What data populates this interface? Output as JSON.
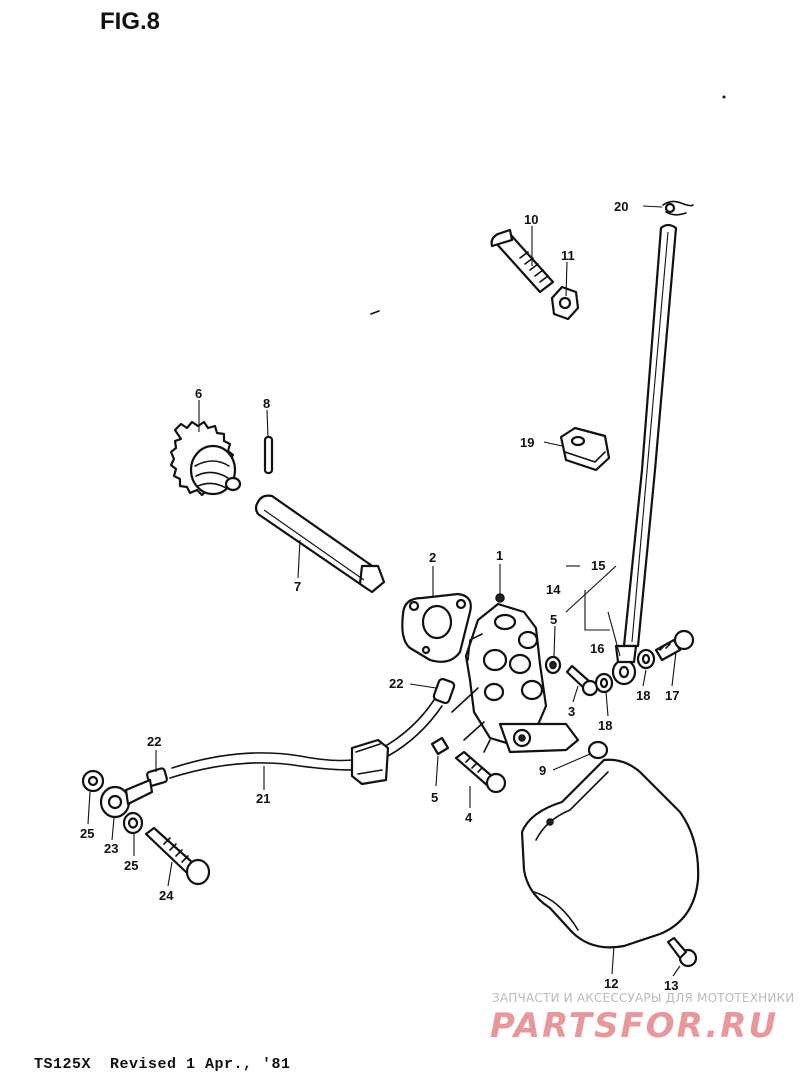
{
  "figure": {
    "title": "FIG.8"
  },
  "footer": {
    "text": "TS125X  Revised 1 Apr., '81"
  },
  "watermark": {
    "caption": "ЗАПЧАСТИ И АКСЕССУАРЫ ДЛЯ МОТОТЕХНИКИ",
    "logo": "PARTSFOR.RU"
  },
  "parts": {
    "p1": "1",
    "p2": "2",
    "p3": "3",
    "p4": "4",
    "p5a": "5",
    "p5b": "5",
    "p6": "6",
    "p7": "7",
    "p8": "8",
    "p9": "9",
    "p10": "10",
    "p11": "11",
    "p12": "12",
    "p13": "13",
    "p14": "14",
    "p15": "15",
    "p16": "16",
    "p17": "17",
    "p18a": "18",
    "p18b": "18",
    "p19": "19",
    "p20": "20",
    "p21": "21",
    "p22a": "22",
    "p22b": "22",
    "p23": "23",
    "p24": "24",
    "p25a": "25",
    "p25b": "25"
  }
}
